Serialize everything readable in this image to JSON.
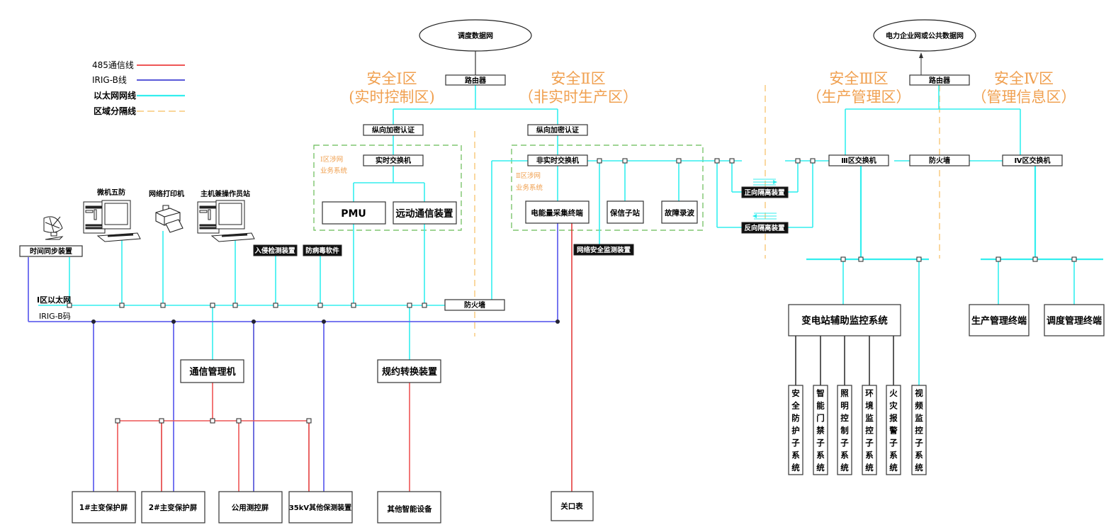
{
  "legend": {
    "items": [
      {
        "label": "485通信线",
        "color": "#ee5555",
        "style": "solid"
      },
      {
        "label": "IRIG-B线",
        "color": "#2222cc",
        "style": "solid"
      },
      {
        "label": "以太网网线",
        "color": "#33eeee",
        "style": "solid"
      },
      {
        "label": "区域分隔线",
        "color": "#f8c878",
        "style": "dashed"
      }
    ]
  },
  "colors": {
    "ethernet": "#33eeee",
    "irig_b": "#6666ee",
    "rs485": "#ee5555",
    "zone_divider": "#f8c878",
    "group_border": "#66bb55",
    "zone_label": "#f0a050"
  },
  "networks": {
    "dispatch_net": "调度数据网",
    "enterprise_net": "电力企业网或公共数据网"
  },
  "zones": {
    "zone1": {
      "title": "安全Ⅰ区",
      "subtitle": "(实时控制区)"
    },
    "zone2": {
      "title": "安全Ⅱ区",
      "subtitle": "（非实时生产区）"
    },
    "zone3": {
      "title": "安全Ⅲ区",
      "subtitle": "（生产管理区）"
    },
    "zone4": {
      "title": "安全Ⅳ区",
      "subtitle": "（管理信息区）"
    }
  },
  "groups": {
    "zone1_group": [
      "Ⅰ区涉网",
      "业务系统"
    ],
    "zone2_group": [
      "Ⅱ区涉网",
      "业务系统"
    ]
  },
  "devices": {
    "router1": "路由器",
    "router2": "路由器",
    "crypto1": "纵向加密认证",
    "crypto2": "纵向加密认证",
    "rt_switch": "实时交换机",
    "nrt_switch": "非实时交换机",
    "pmu": "PMU",
    "telecontrol": "远动通信装置",
    "energy_terminal": "电能量采集终端",
    "relay_substation": "保信子站",
    "fault_recorder": "故障录波",
    "net_security_monitor": "网络安全监测装置",
    "forward_isolator": "正向隔离装置",
    "reverse_isolator": "反向隔离装置",
    "zone3_switch": "Ⅲ区交换机",
    "firewall_34": "防火墙",
    "zone4_switch": "Ⅳ区交换机",
    "time_sync": "时间同步装置",
    "five_prevention": "微机五防",
    "network_printer": "网络打印机",
    "host_operator": "主机兼操作员站",
    "intrusion_detection": "入侵检测装置",
    "antivirus": "防病毒软件",
    "firewall_12": "防火墙",
    "comm_manager": "通信管理机",
    "protocol_converter": "规约转换装置",
    "other_smart": "其他智能设备",
    "gateway_meter": "关口表",
    "t1_protection": "1#主变保护屏",
    "t2_protection": "2#主变保护屏",
    "public_control": "公用测控屏",
    "kv35_other": "35kV其他保测装置",
    "aux_monitor": "变电站辅助监控系统",
    "prod_terminal": "生产管理终端",
    "dispatch_terminal": "调度管理终端"
  },
  "subsystems": [
    "安全防护子系统",
    "智能门禁子系统",
    "照明控制子系统",
    "环境监控子系统",
    "火灾报警子系统",
    "视频监控子系统"
  ],
  "bus_labels": {
    "zone1_ethernet": "Ⅰ区以太网",
    "irig_b_code": "IRIG-B码"
  },
  "icons": {
    "satellite": "satellite-dish-icon",
    "computer": "desktop-computer-icon",
    "printer": "printer-icon"
  }
}
